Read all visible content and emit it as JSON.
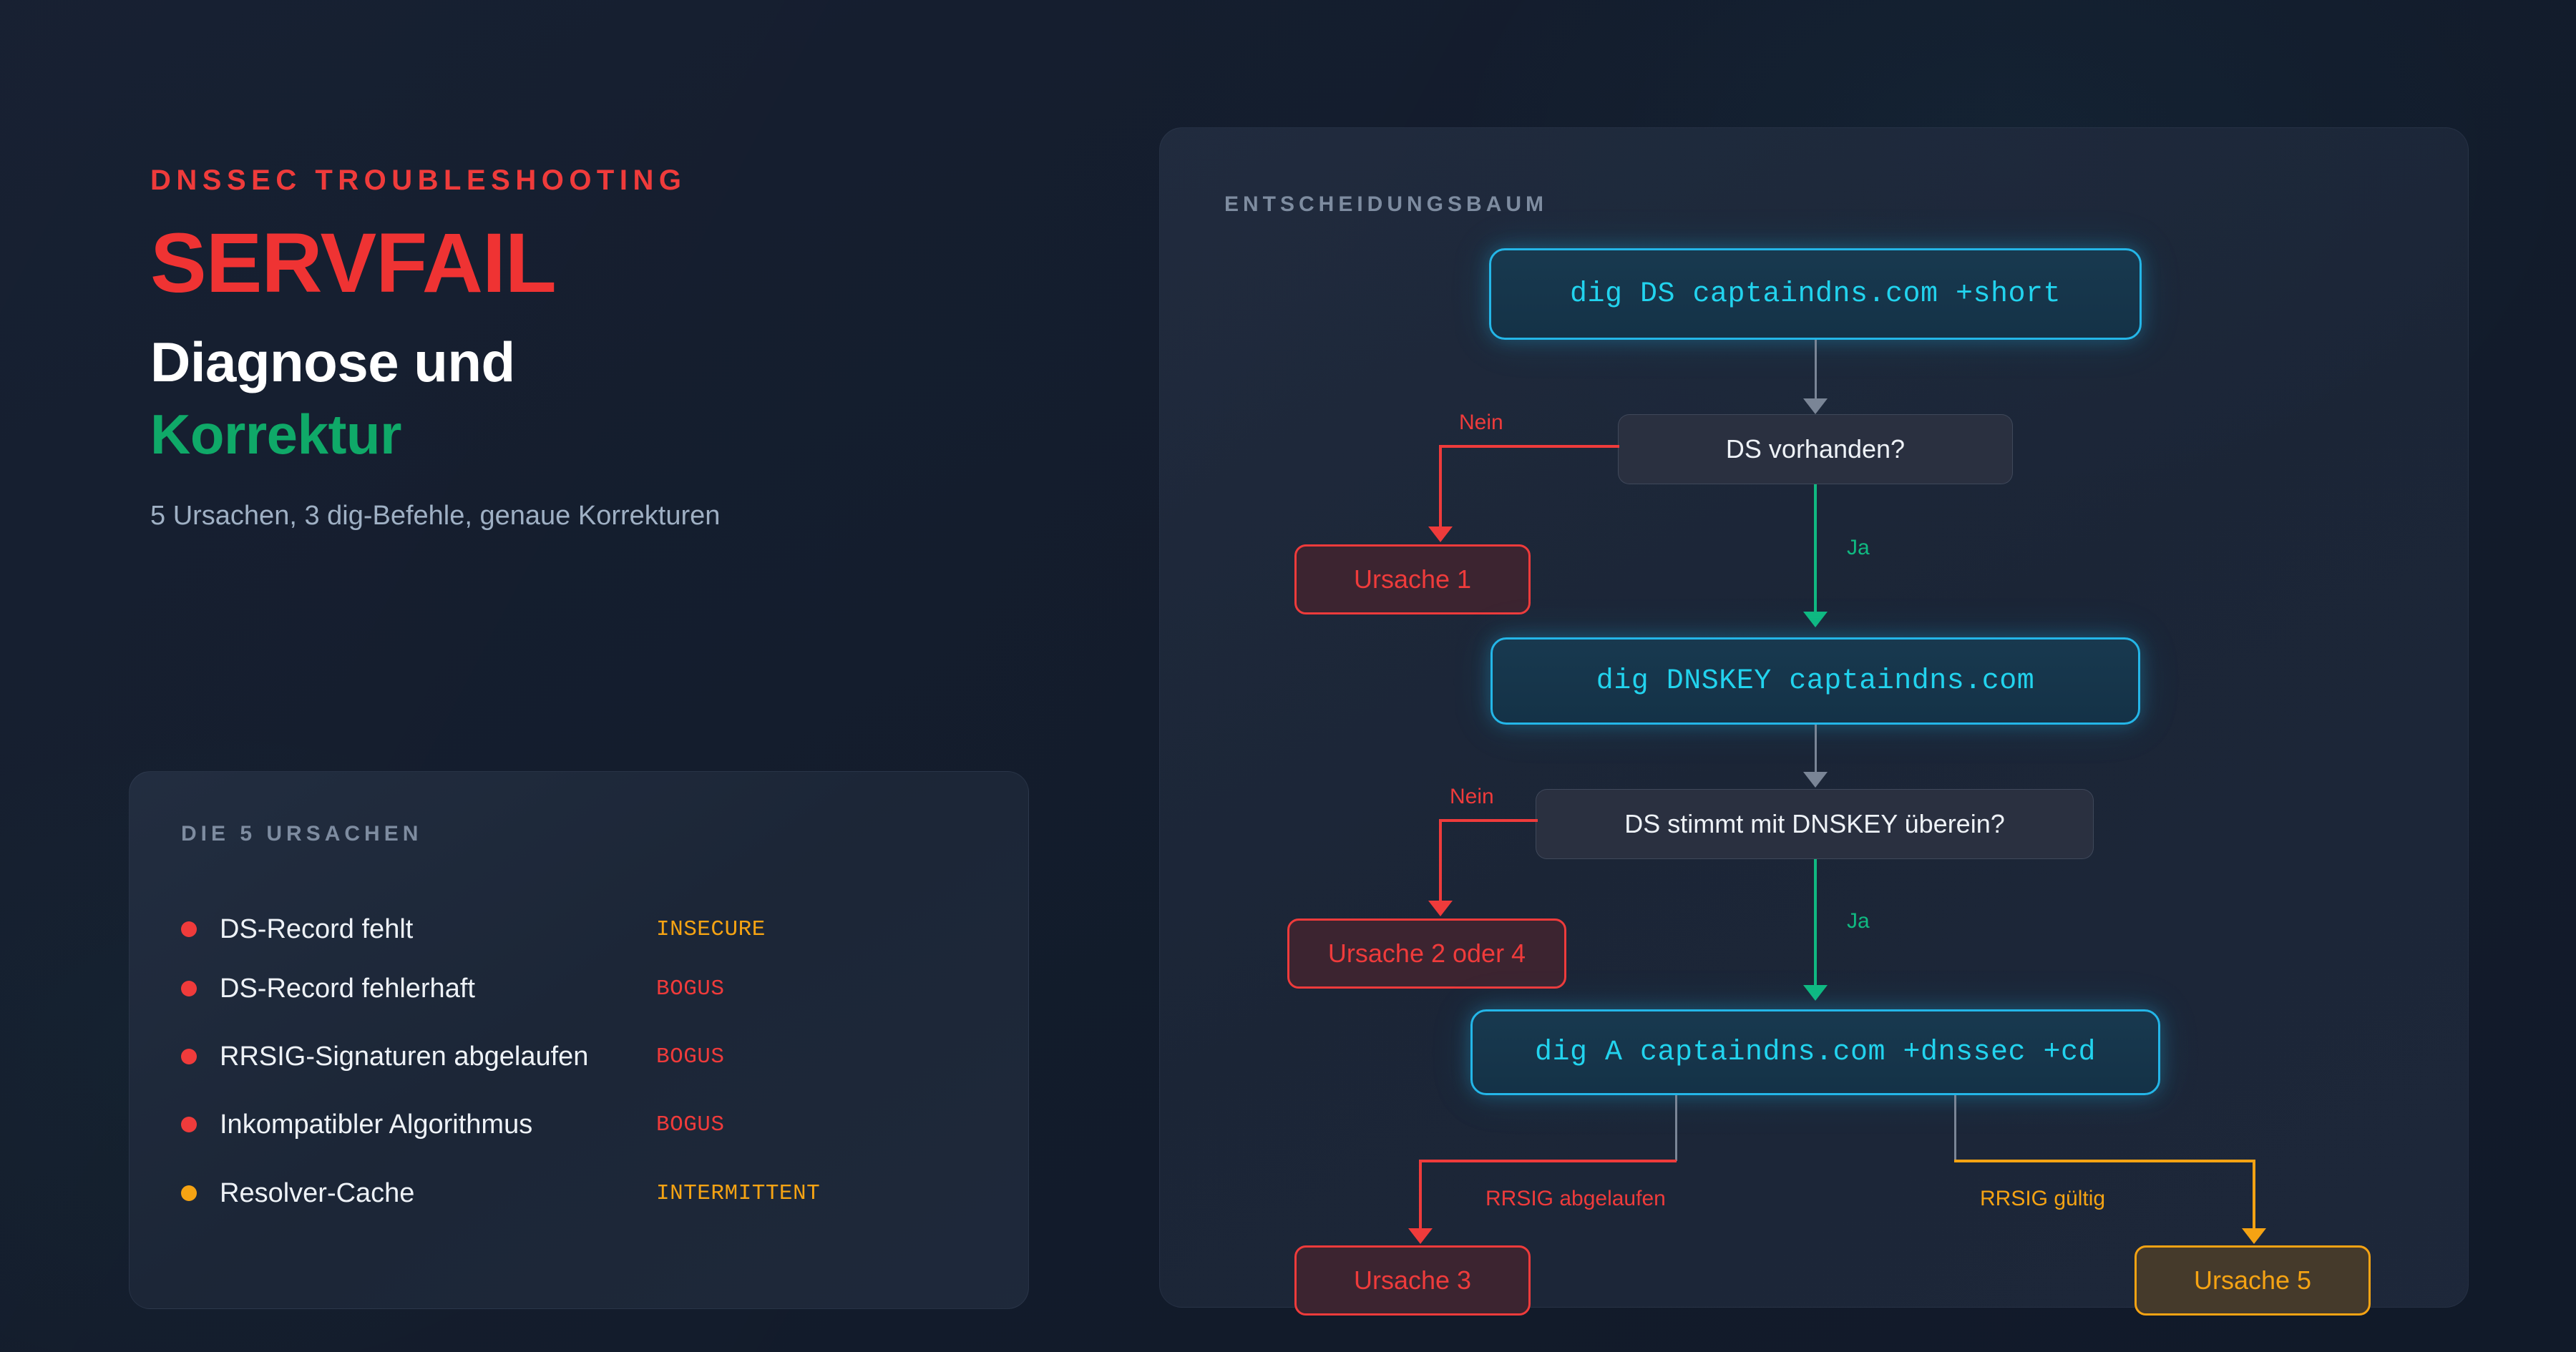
{
  "colors": {
    "background": "#131c2c",
    "red": "#ef3b3b",
    "green": "#0fa968",
    "green_arrow": "#10b981",
    "cyan": "#22d3ee",
    "cyan_border": "#24b6e8",
    "amber": "#f5a313",
    "gray_arrow": "#7a8596",
    "muted": "#7e8ca0",
    "text": "#eef2f7"
  },
  "left": {
    "eyebrow": "DNSSEC TROUBLESHOOTING",
    "title": "SERVFAIL",
    "heading_line1": "Diagnose und",
    "heading_line2": "Korrektur",
    "subtitle": "5 Ursachen, 3 dig-Befehle, genaue Korrekturen"
  },
  "causes_card": {
    "title": "DIE 5 URSACHEN",
    "items": [
      {
        "label": "DS-Record fehlt",
        "status": "INSECURE",
        "dot_color": "#ef3b3b",
        "status_color": "#f5a313"
      },
      {
        "label": "DS-Record fehlerhaft",
        "status": "BOGUS",
        "dot_color": "#ef3b3b",
        "status_color": "#ef3b3b"
      },
      {
        "label": "RRSIG-Signaturen abgelaufen",
        "status": "BOGUS",
        "dot_color": "#ef3b3b",
        "status_color": "#ef3b3b"
      },
      {
        "label": "Inkompatibler Algorithmus",
        "status": "BOGUS",
        "dot_color": "#ef3b3b",
        "status_color": "#ef3b3b"
      },
      {
        "label": "Resolver-Cache",
        "status": "INTERMITTENT",
        "dot_color": "#f5a313",
        "status_color": "#f5a313"
      }
    ]
  },
  "tree": {
    "title": "ENTSCHEIDUNGSBAUM",
    "nodes": {
      "cmd1": "dig DS captaindns.com +short",
      "decision1": "DS vorhanden?",
      "outcome1": "Ursache 1",
      "cmd2": "dig DNSKEY captaindns.com",
      "decision2": "DS stimmt mit DNSKEY überein?",
      "outcome2": "Ursache 2 oder 4",
      "cmd3": "dig A captaindns.com +dnssec +cd",
      "outcome3": "Ursache 3",
      "outcome5": "Ursache 5"
    },
    "edges": {
      "nein1": "Nein",
      "ja1": "Ja",
      "nein2": "Nein",
      "ja2": "Ja",
      "rrsig_expired": "RRSIG abgelaufen",
      "rrsig_valid": "RRSIG gültig"
    }
  }
}
